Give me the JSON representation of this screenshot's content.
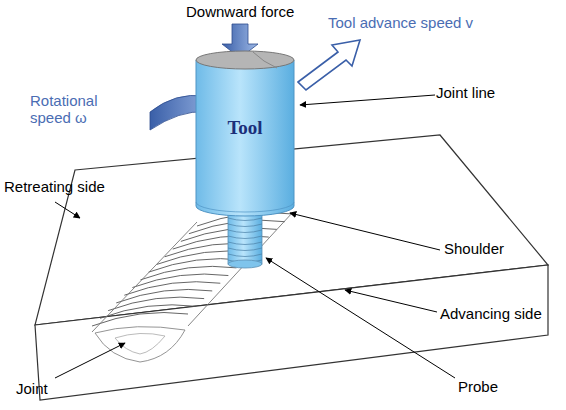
{
  "diagram": {
    "nodes": [
      {
        "text": [
          "Tool"
        ]
      }
    ],
    "labels": [
      "Downward force",
      "Rotational speed ω",
      "Tool advance speed v",
      "Joint line",
      "Retreating side",
      "Shoulder",
      "Advancing side",
      "Joint",
      "Probe"
    ]
  }
}
